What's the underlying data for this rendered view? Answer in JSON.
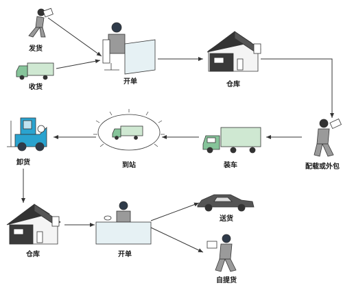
{
  "nodes": {
    "send_goods": "发货",
    "receive_goods": "收货",
    "open_order_top": "开单",
    "warehouse_top": "仓库",
    "stowage_or_outsource": "配载或外包",
    "loading": "装车",
    "arrive_station": "到站",
    "unloading": "卸货",
    "warehouse_bottom": "仓库",
    "open_order_bottom": "开单",
    "delivery": "送货",
    "self_pickup": "自提货"
  },
  "icons": [
    "walking-person-box-icon",
    "delivery-truck-icon",
    "desk-clerk-icon",
    "warehouse-house-icon",
    "person-box-icon",
    "truck-icon",
    "station-truck-icon",
    "forklift-icon",
    "car-icon"
  ],
  "colors": {
    "truck": "#cfe8d2",
    "truck_cab": "#86c49a",
    "forklift": "#2aa3cf",
    "stroke": "#333333",
    "house_dark": "#3a3a3a"
  }
}
